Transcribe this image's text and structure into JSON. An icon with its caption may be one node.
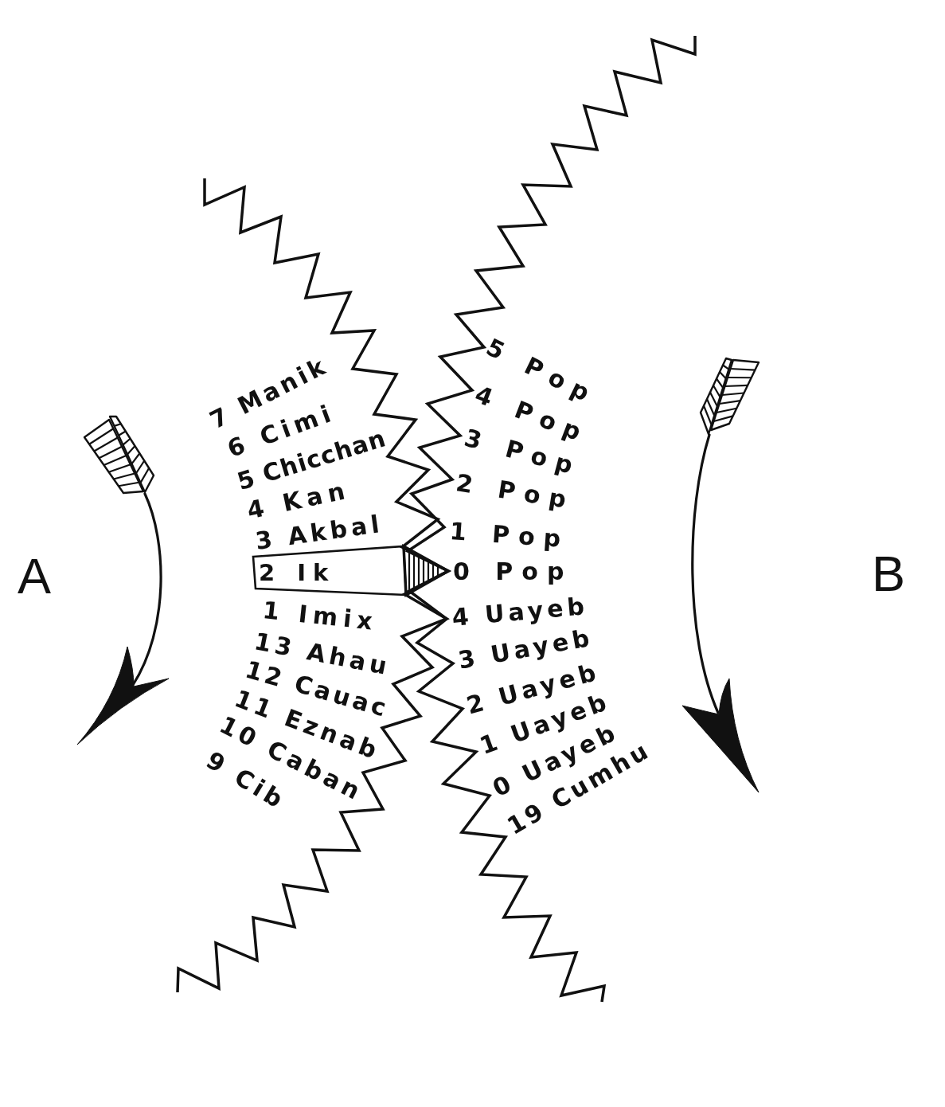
{
  "diagram": {
    "nodes": [
      {
        "text": [
          "2 Ik"
        ]
      }
    ],
    "labels": [
      "A",
      "7 Manik",
      "6 Cimi",
      "5 Chicchan",
      "4 Kan",
      "3 Akbal",
      "1 Imix",
      "13 Ahau",
      "12 Cauac",
      "11 Eznab",
      "10 Caban",
      "9 Cib",
      "5 Pop",
      "4 Pop",
      "3 Pop",
      "2 Pop",
      "1 Pop",
      "0 Pop",
      "4 Uayeb",
      "3 Uayeb",
      "2 Uayeb",
      "1 Uayeb",
      "0 Uayeb",
      "19 Cumhu",
      "B"
    ]
  }
}
